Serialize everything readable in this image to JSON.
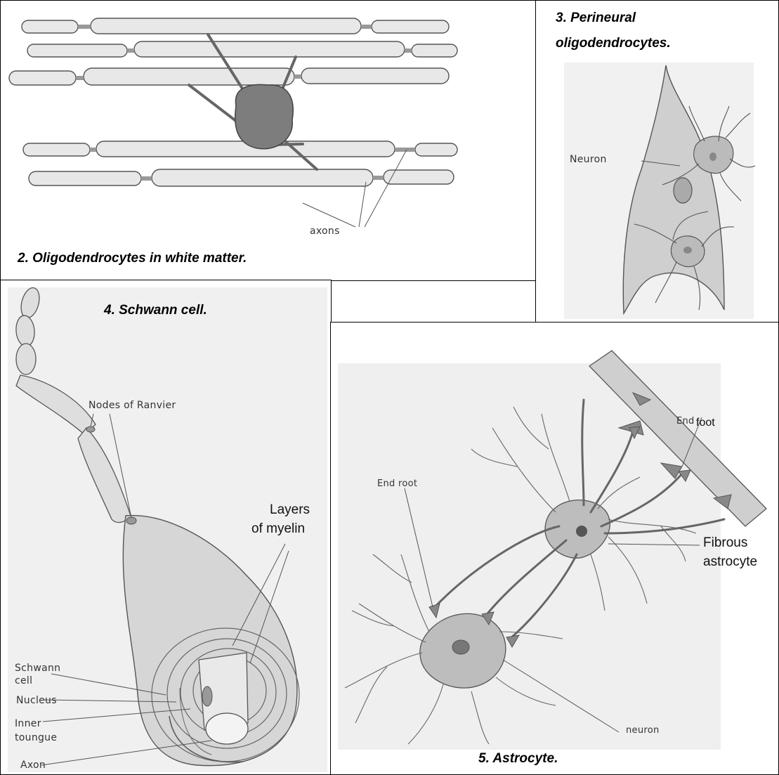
{
  "panels": {
    "white_matter": {
      "caption": "2. Oligodendrocytes in white matter.",
      "labels": {
        "axons": "axons"
      }
    },
    "perineural": {
      "caption_line1": "3. Perineural",
      "caption_line2": "oligodendrocytes.",
      "labels": {
        "neuron": "Neuron"
      }
    },
    "schwann": {
      "caption": "4. Schwann cell.",
      "labels": {
        "nodes": "Nodes of Ranvier",
        "layers_line1": "Layers",
        "layers_line2": "of  myelin",
        "schwann_line1": "Schwann",
        "schwann_line2": "cell",
        "nucleus": "Nucleus",
        "inner_line1": "Inner",
        "inner_line2": "toungue",
        "axon": "Axon"
      }
    },
    "astrocyte": {
      "caption": "5. Astrocyte.",
      "labels": {
        "end_foot_a": "End",
        "end_foot_b": "foot",
        "end_root": "End root",
        "fibrous_line1": "Fibrous",
        "fibrous_line2": "astrocyte",
        "neuron": "neuron"
      }
    }
  },
  "colors": {
    "border": "#000000",
    "stroke": "#555555",
    "fill_light": "#e6e6e6",
    "fill_mid": "#cfcfcf",
    "fill_dark": "#8a8a8a",
    "background_wash": "#efefef"
  }
}
